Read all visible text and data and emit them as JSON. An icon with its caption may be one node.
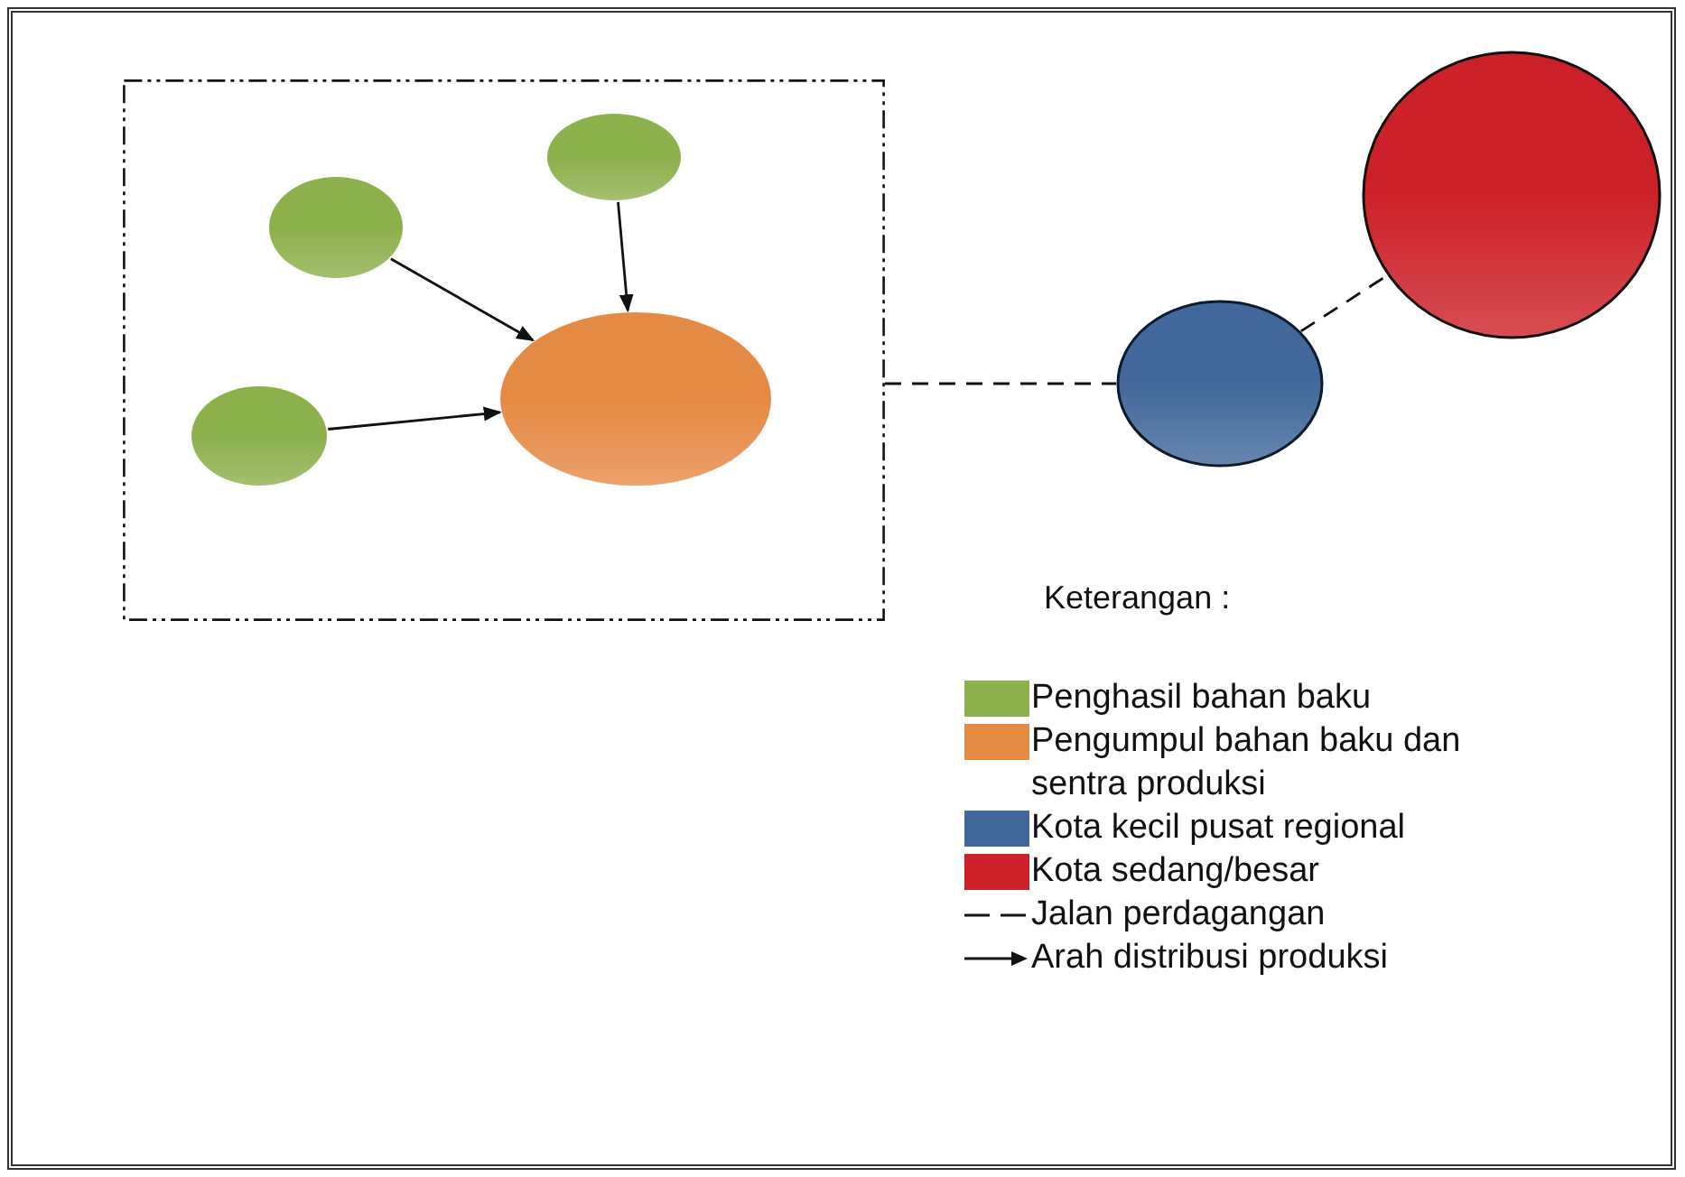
{
  "diagram": {
    "nodes": [
      {
        "text": [],
        "shape": "box"
      },
      {
        "text": [],
        "shape": "circle",
        "in": 0
      },
      {
        "text": [],
        "shape": "circle",
        "in": 0
      },
      {
        "text": [],
        "shape": "circle",
        "in": 0
      },
      {
        "text": [],
        "shape": "circle",
        "in": 0
      },
      {
        "text": [],
        "shape": "circle"
      },
      {
        "text": [],
        "shape": "circle"
      }
    ],
    "edges": [
      {
        "from": 1,
        "to": 4,
        "arrow": "to"
      },
      {
        "from": 2,
        "to": 4,
        "arrow": "to"
      },
      {
        "from": 3,
        "to": 4,
        "arrow": "to"
      },
      {
        "from": 0,
        "to": 5,
        "arrow": "none",
        "style": "dashed"
      },
      {
        "from": 5,
        "to": 6,
        "arrow": "none",
        "style": "dashed"
      }
    ],
    "labels": [
      "Keterangan :"
    ],
    "legend": [
      {
        "text": "Penghasil bahan baku",
        "color": "#8cb04c"
      },
      {
        "text": "Pengumpul bahan baku dan sentra produksi",
        "color": "#e58a45"
      },
      {
        "text": "Kota kecil pusat regional",
        "color": "#41689a"
      },
      {
        "text": "Kota sedang/besar",
        "color": "#cc2128"
      },
      {
        "text": "Jalan perdagangan"
      },
      {
        "text": "Arah distribusi produksi"
      }
    ]
  }
}
